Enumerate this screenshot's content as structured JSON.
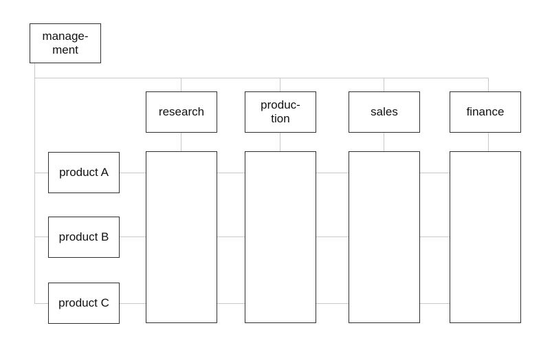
{
  "diagram": {
    "type": "matrix-organization-chart",
    "management": {
      "label": "manage-\nment"
    },
    "departments": [
      {
        "id": "research",
        "label": "research"
      },
      {
        "id": "production",
        "label": "produc-\ntion"
      },
      {
        "id": "sales",
        "label": "sales"
      },
      {
        "id": "finance",
        "label": "finance"
      }
    ],
    "products": [
      {
        "id": "product-a",
        "label": "product A"
      },
      {
        "id": "product-b",
        "label": "product B"
      },
      {
        "id": "product-c",
        "label": "product C"
      }
    ],
    "colors": {
      "background": "#ffffff",
      "box_fill": "#ffffff",
      "box_border": "#2e2e2e",
      "connector": "#c8c8c8",
      "text": "#111111"
    }
  }
}
